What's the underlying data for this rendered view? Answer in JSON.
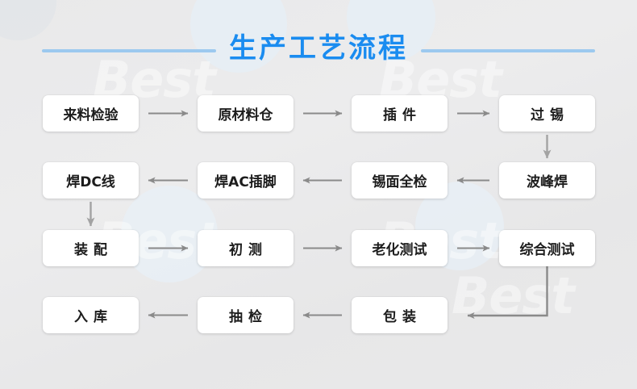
{
  "page": {
    "title": "生产工艺流程",
    "accent_color": "#1a8cf0",
    "rule_color": "#9cc9ef",
    "background_color": "#e9e9ea",
    "node_color": "#ffffff",
    "arrow_color": "#8a8a8a",
    "watermark_text": "Best"
  },
  "flow": {
    "rows": [
      {
        "direction": "left-to-right",
        "nodes": [
          {
            "label": "来料检验",
            "spaced": false
          },
          {
            "label": "原材料仓",
            "spaced": false
          },
          {
            "label": "插件",
            "spaced": true
          },
          {
            "label": "过锡",
            "spaced": true
          }
        ]
      },
      {
        "direction": "right-to-left",
        "nodes": [
          {
            "label": "焊DC线",
            "spaced": false
          },
          {
            "label": "焊AC插脚",
            "spaced": false
          },
          {
            "label": "锡面全检",
            "spaced": false
          },
          {
            "label": "波峰焊",
            "spaced": false
          }
        ]
      },
      {
        "direction": "left-to-right",
        "nodes": [
          {
            "label": "装配",
            "spaced": true
          },
          {
            "label": "初测",
            "spaced": true
          },
          {
            "label": "老化测试",
            "spaced": false
          },
          {
            "label": "综合测试",
            "spaced": false
          }
        ]
      },
      {
        "direction": "right-to-left",
        "nodes": [
          {
            "label": "入库",
            "spaced": true
          },
          {
            "label": "抽检",
            "spaced": true
          },
          {
            "label": "包装",
            "spaced": true
          }
        ]
      }
    ],
    "connectors": [
      {
        "name": "arrow-r1c1-to-r1c2",
        "kind": "horizontal-right"
      },
      {
        "name": "arrow-r1c2-to-r1c3",
        "kind": "horizontal-right"
      },
      {
        "name": "arrow-r1c3-to-r1c4",
        "kind": "horizontal-right"
      },
      {
        "name": "arrow-r1c4-to-r2c4",
        "kind": "vertical-down"
      },
      {
        "name": "arrow-r2c4-to-r2c3",
        "kind": "horizontal-left"
      },
      {
        "name": "arrow-r2c3-to-r2c2",
        "kind": "horizontal-left"
      },
      {
        "name": "arrow-r2c2-to-r2c1",
        "kind": "horizontal-left"
      },
      {
        "name": "arrow-r2c1-to-r3c1",
        "kind": "vertical-down"
      },
      {
        "name": "arrow-r3c1-to-r3c2",
        "kind": "horizontal-right"
      },
      {
        "name": "arrow-r3c2-to-r3c3",
        "kind": "horizontal-right"
      },
      {
        "name": "arrow-r3c3-to-r3c4",
        "kind": "horizontal-right"
      },
      {
        "name": "elbow-r3c4-to-r4c3",
        "kind": "elbow-down-left"
      },
      {
        "name": "arrow-r4c3-to-r4c2",
        "kind": "horizontal-left"
      },
      {
        "name": "arrow-r4c2-to-r4c1",
        "kind": "horizontal-left"
      }
    ]
  }
}
